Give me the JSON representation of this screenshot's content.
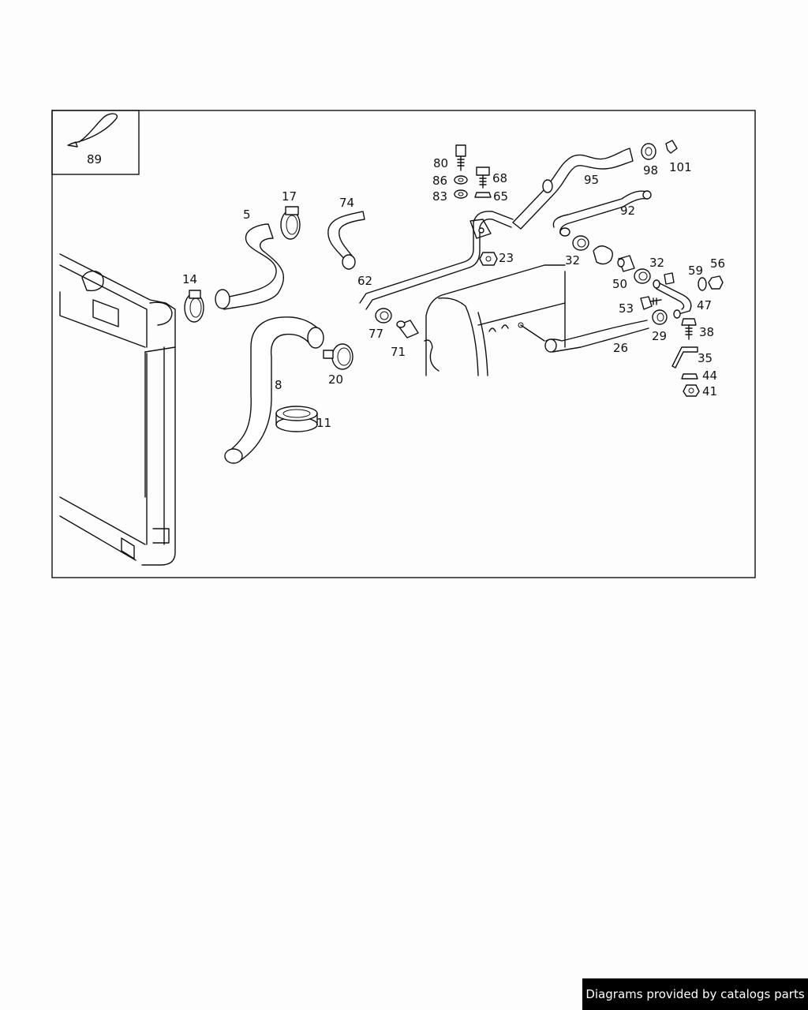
{
  "labels": {
    "p89": "89",
    "p5": "5",
    "p17": "17",
    "p14": "14",
    "p74": "74",
    "p62": "62",
    "p80": "80",
    "p86": "86",
    "p83": "83",
    "p68": "68",
    "p65": "65",
    "p95": "95",
    "p98": "98",
    "p101": "101",
    "p92": "92",
    "p23": "23",
    "p32a": "32",
    "p32b": "32",
    "p50": "50",
    "p59": "59",
    "p56": "56",
    "p47": "47",
    "p53": "53",
    "p29": "29",
    "p38": "38",
    "p26": "26",
    "p35": "35",
    "p44": "44",
    "p41": "41",
    "p77": "77",
    "p71": "71",
    "p20": "20",
    "p8": "8",
    "p11": "11"
  },
  "footer": {
    "credit": "Diagrams provided by catalogs parts"
  }
}
